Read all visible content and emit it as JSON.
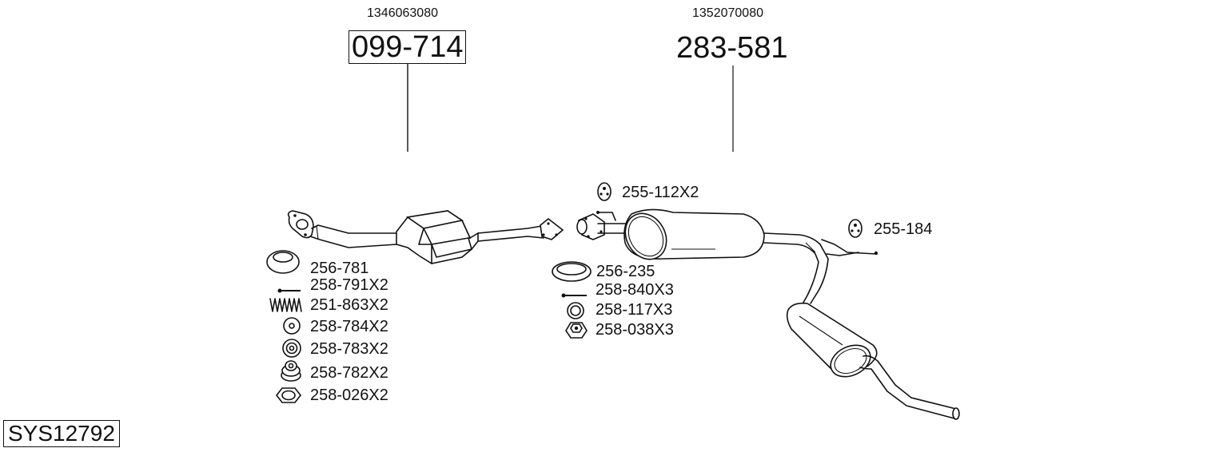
{
  "diagram": {
    "type": "exhaust-system-parts-diagram",
    "system_code": "SYS12792",
    "parts": [
      {
        "oem_number": "1346063080",
        "part_number": "099-714",
        "boxed": true,
        "description": "front pipe with catalytic converter"
      },
      {
        "oem_number": "1352070080",
        "part_number": "283-581",
        "boxed": false,
        "description": "middle and rear silencer"
      }
    ],
    "left_accessories": [
      {
        "label": "256-781",
        "icon": "seal-ring-icon"
      },
      {
        "label": "258-791X2",
        "icon": "bolt-icon"
      },
      {
        "label": "251-863X2",
        "icon": "spring-icon"
      },
      {
        "label": "258-784X2",
        "icon": "washer-icon"
      },
      {
        "label": "258-783X2",
        "icon": "bushing-icon"
      },
      {
        "label": "258-782X2",
        "icon": "stacked-bushing-icon"
      },
      {
        "label": "258-026X2",
        "icon": "hex-nut-icon"
      }
    ],
    "middle_accessories": [
      {
        "label": "256-235",
        "icon": "gasket-ring-icon"
      },
      {
        "label": "258-840X3",
        "icon": "bolt-icon"
      },
      {
        "label": "258-117X3",
        "icon": "washer-icon"
      },
      {
        "label": "258-038X3",
        "icon": "flange-nut-icon"
      }
    ],
    "hangers": [
      {
        "label": "255-112X2",
        "icon": "rubber-hanger-icon"
      },
      {
        "label": "255-184",
        "icon": "rubber-hanger-icon"
      }
    ]
  }
}
